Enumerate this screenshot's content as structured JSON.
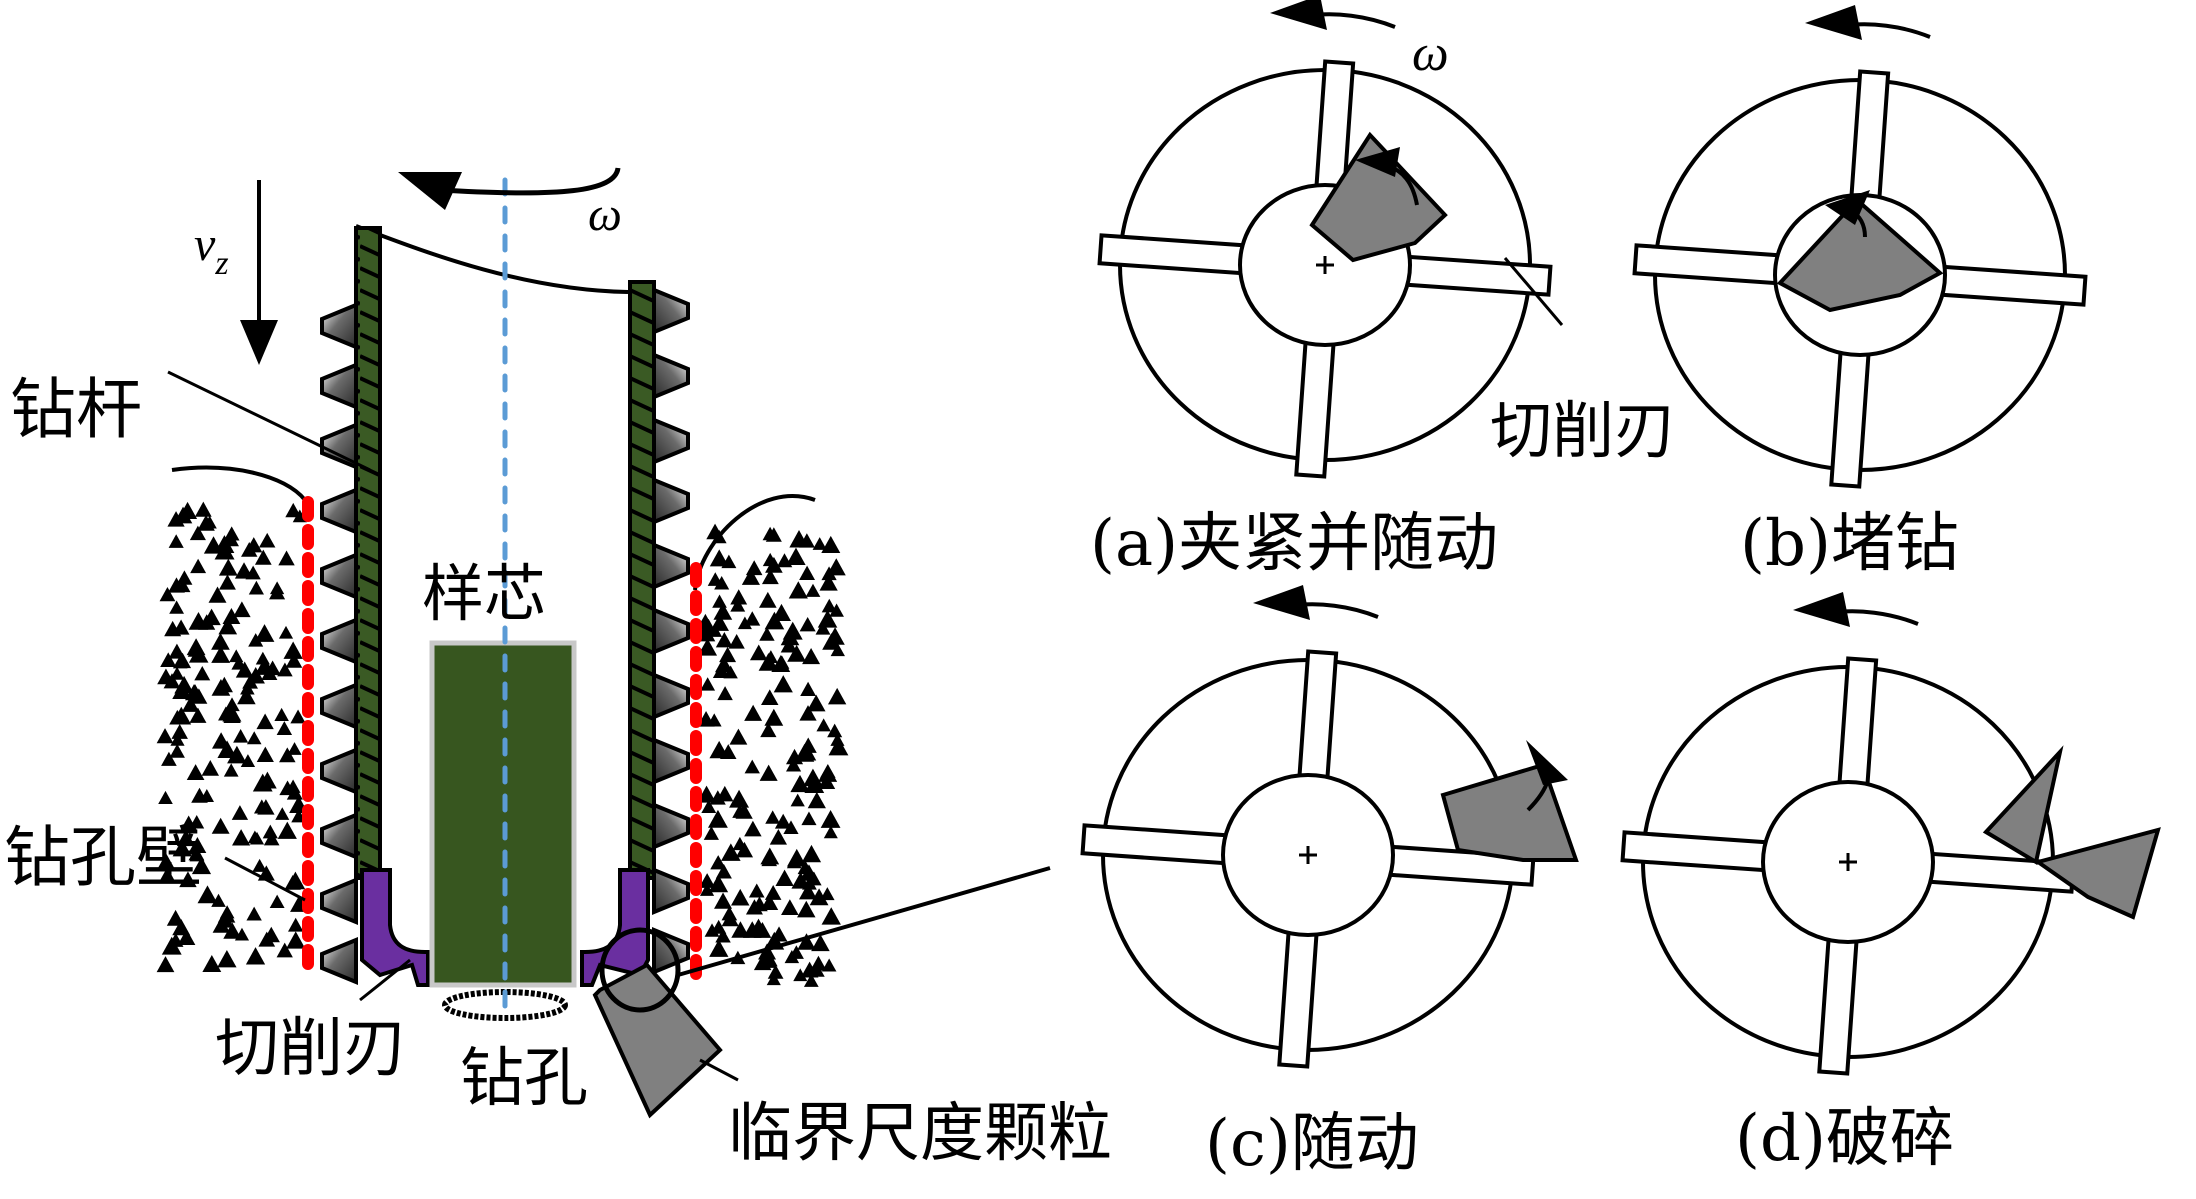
{
  "figure": {
    "colors": {
      "drill_pipe": "#3a5a24",
      "core_sample": "#37561f",
      "core_border": "#c8c8c8",
      "cutter": "#6a2fa0",
      "axis_line": "#5b9bd5",
      "borehole_wall": "#ff0000",
      "particle": "#808080",
      "tooth": "#555555",
      "soil": "#000000"
    },
    "left_panel": {
      "velocity_symbol": "v",
      "velocity_subscript": "z",
      "omega_symbol": "ω",
      "labels": {
        "drill_pipe": "钻杆",
        "core": "样芯",
        "borehole_wall": "钻孔壁",
        "cutting_edge": "切削刃",
        "borehole": "钻孔",
        "critical_particle": "临界尺度颗粒"
      }
    },
    "subfigures": [
      {
        "id": "a",
        "caption": "(a)夹紧并随动",
        "state": "clamped-and-following",
        "omega_label": "ω",
        "blade_label": "切削刃"
      },
      {
        "id": "b",
        "caption": "(b)堵钻",
        "state": "drill-blocked"
      },
      {
        "id": "c",
        "caption": "(c)随动",
        "state": "following"
      },
      {
        "id": "d",
        "caption": "(d)破碎",
        "state": "crushed"
      }
    ]
  }
}
